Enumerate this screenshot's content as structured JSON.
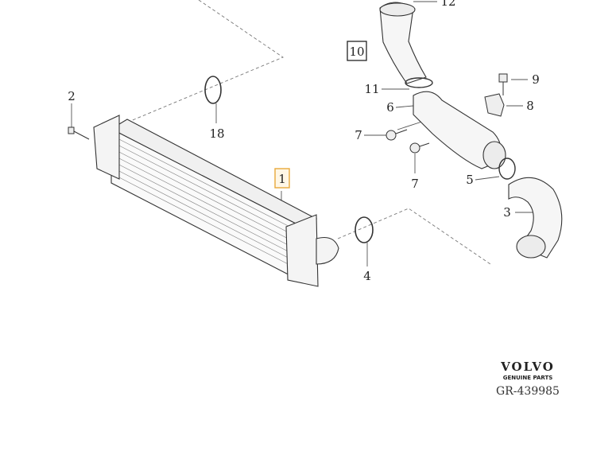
{
  "callouts": {
    "c1": "1",
    "c2": "2",
    "c3": "3",
    "c4": "4",
    "c5": "5",
    "c6": "6",
    "c7a": "7",
    "c7b": "7",
    "c8": "8",
    "c9": "9",
    "c10": "10",
    "c11": "11",
    "c12": "12",
    "c18": "18"
  },
  "highlight_color": "#e8a93a",
  "logo": {
    "brand": "VOLVO",
    "tagline": "GENUINE PARTS"
  },
  "reference": "GR-439985"
}
